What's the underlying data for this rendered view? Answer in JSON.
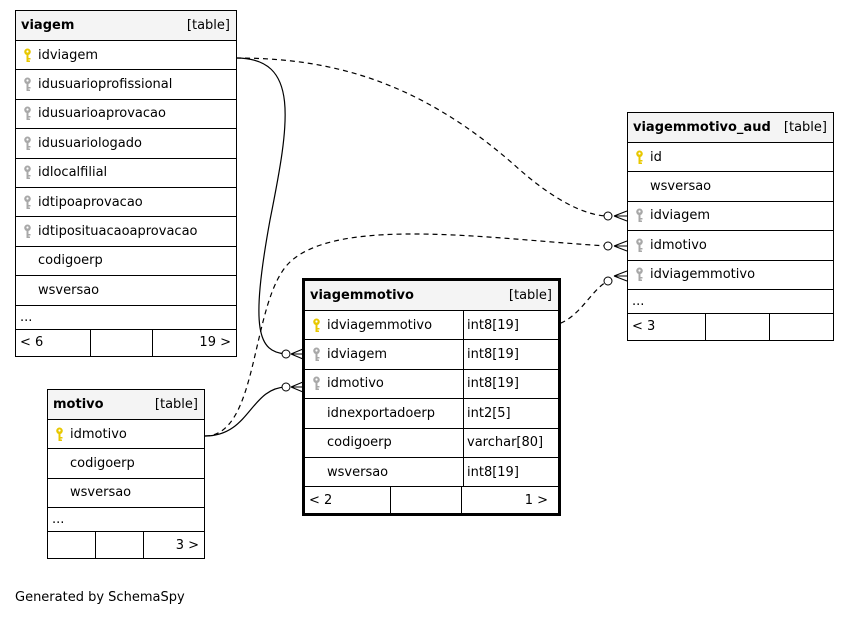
{
  "tables": {
    "viagem": {
      "name": "viagem",
      "type": "[table]",
      "columns": [
        {
          "name": "idviagem",
          "key": "primary"
        },
        {
          "name": "idusuarioprofissional",
          "key": "foreign"
        },
        {
          "name": "idusuarioaprovacao",
          "key": "foreign"
        },
        {
          "name": "idusuariologado",
          "key": "foreign"
        },
        {
          "name": "idlocalfilial",
          "key": "foreign"
        },
        {
          "name": "idtipoaprovacao",
          "key": "foreign"
        },
        {
          "name": "idtiposituacaoaprovacao",
          "key": "foreign"
        },
        {
          "name": "codigoerp",
          "key": "none"
        },
        {
          "name": "wsversao",
          "key": "none"
        }
      ],
      "more": "...",
      "footer": {
        "parents": "< 6",
        "mid": "",
        "children": "19 >"
      }
    },
    "viagemmotivo_aud": {
      "name": "viagemmotivo_aud",
      "type": "[table]",
      "columns": [
        {
          "name": "id",
          "key": "primary"
        },
        {
          "name": "wsversao",
          "key": "none"
        },
        {
          "name": "idviagem",
          "key": "foreign"
        },
        {
          "name": "idmotivo",
          "key": "foreign"
        },
        {
          "name": "idviagemmotivo",
          "key": "foreign"
        }
      ],
      "more": "...",
      "footer": {
        "parents": "< 3",
        "mid": "",
        "children": ""
      }
    },
    "viagemmotivo": {
      "name": "viagemmotivo",
      "type": "[table]",
      "columns": [
        {
          "name": "idviagemmotivo",
          "key": "primary",
          "type": "int8[19]"
        },
        {
          "name": "idviagem",
          "key": "foreign",
          "type": "int8[19]"
        },
        {
          "name": "idmotivo",
          "key": "foreign",
          "type": "int8[19]"
        },
        {
          "name": "idnexportadoerp",
          "key": "none",
          "type": "int2[5]"
        },
        {
          "name": "codigoerp",
          "key": "none",
          "type": "varchar[80]"
        },
        {
          "name": "wsversao",
          "key": "none",
          "type": "int8[19]"
        }
      ],
      "footer": {
        "parents": "< 2",
        "mid": "",
        "children": "1 >"
      }
    },
    "motivo": {
      "name": "motivo",
      "type": "[table]",
      "columns": [
        {
          "name": "idmotivo",
          "key": "primary"
        },
        {
          "name": "codigoerp",
          "key": "none"
        },
        {
          "name": "wsversao",
          "key": "none"
        }
      ],
      "more": "...",
      "footer": {
        "parents": "",
        "mid": "",
        "children": "3 >"
      }
    }
  },
  "key_colors": {
    "primary": "#e8c800",
    "foreign": "#a8a8a8"
  },
  "credit": "Generated by SchemaSpy"
}
